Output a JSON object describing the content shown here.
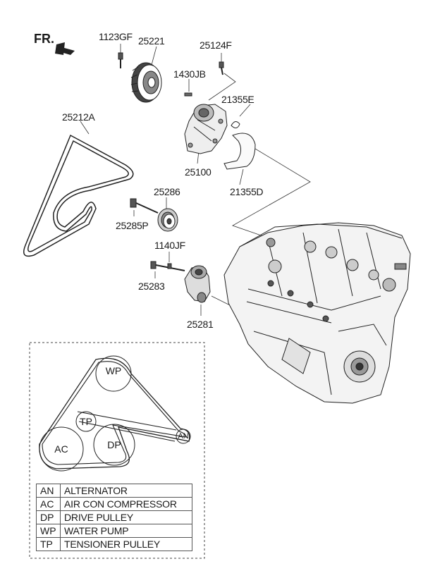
{
  "header": {
    "direction_label": "FR."
  },
  "parts": {
    "p1123GF": "1123GF",
    "p25221": "25221",
    "p25124F": "25124F",
    "p1430JB": "1430JB",
    "p21355E": "21355E",
    "p25212A": "25212A",
    "p25100": "25100",
    "p21355D": "21355D",
    "p25286": "25286",
    "p25285P": "25285P",
    "p1140JF": "1140JF",
    "p25283": "25283",
    "p25281": "25281"
  },
  "belt_diagram": {
    "pulleys": {
      "wp": "WP",
      "tp": "TP",
      "ac": "AC",
      "dp": "DP",
      "an": "AN"
    }
  },
  "legend": [
    {
      "code": "AN",
      "description": "ALTERNATOR"
    },
    {
      "code": "AC",
      "description": "AIR CON COMPRESSOR"
    },
    {
      "code": "DP",
      "description": "DRIVE PULLEY"
    },
    {
      "code": "WP",
      "description": "WATER PUMP"
    },
    {
      "code": "TP",
      "description": "TENSIONER PULLEY"
    }
  ]
}
